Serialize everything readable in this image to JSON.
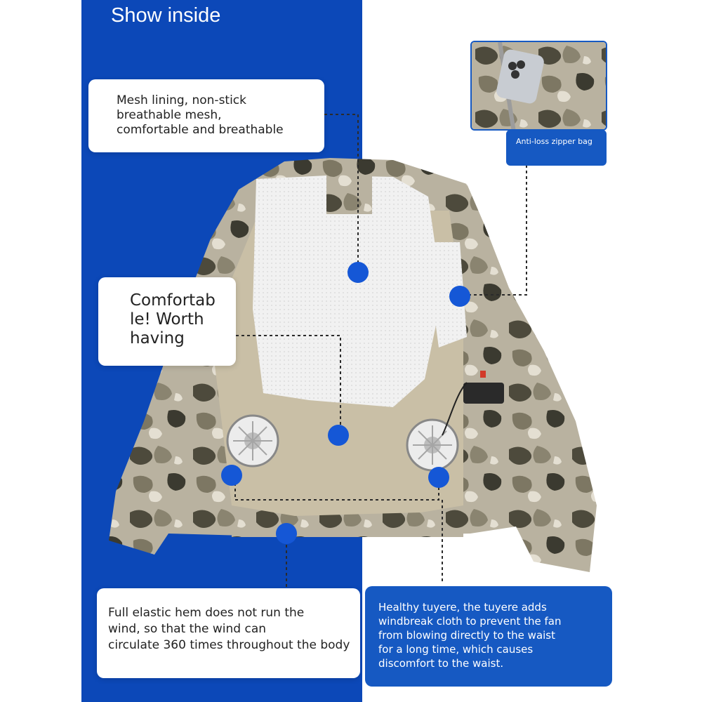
{
  "title": "Show inside",
  "callouts": {
    "mesh": "Mesh lining, non-stick\nbreathable mesh,\ncomfortable and breathable",
    "comfortable": "Comfortab\nle! Worth\n having",
    "zipper": "Anti-loss zipper bag",
    "hem": "Full elastic hem does not run the\n wind, so that the wind can\ncirculate 360 times throughout the body",
    "tuyere": "Healthy tuyere, the tuyere adds\nwindbreak cloth to prevent the fan\nfrom blowing directly to the waist\nfor a long time, which causes\ndiscomfort to the waist."
  },
  "colors": {
    "blue_panel": "#0c48b8",
    "marker_blue": "#1557d6",
    "label_blue": "#1659c2"
  },
  "illustration": {
    "subject": "camouflage fan-cooled jacket shown open with white mesh lining, two fans and a phone pocket",
    "inset": "zipper pocket holding a phone"
  }
}
